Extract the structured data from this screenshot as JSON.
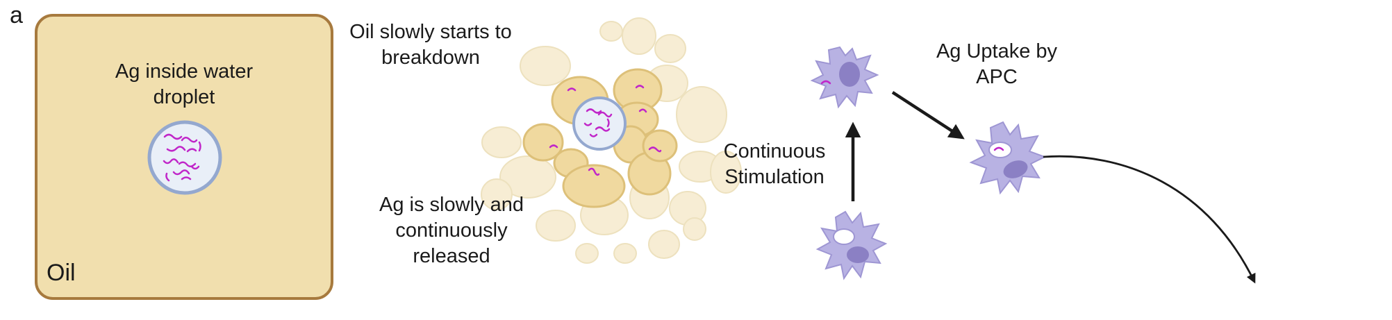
{
  "panel_letter": "a",
  "labels": {
    "oil": "Oil",
    "water_droplet": "Ag inside water droplet",
    "oil_breakdown": "Oil slowly starts to breakdown",
    "ag_release": "Ag is slowly and continuously released",
    "stimulation": "Continuous Stimulation",
    "ag_uptake": "Ag Uptake by APC"
  },
  "colors": {
    "oil_fill": "#f1dfae",
    "oil_border": "#a77a3e",
    "droplet_fill": "#e9eff8",
    "droplet_border": "#94a8cf",
    "antigen": "#c026c9",
    "cell_body": "#b8b2e3",
    "cell_nucleus": "#8b80c4",
    "arrow": "#1a1a1a"
  },
  "icons": {
    "emulsion": "oil-emulsion-icon",
    "cell": "apc-dendritic-cell-icon"
  }
}
